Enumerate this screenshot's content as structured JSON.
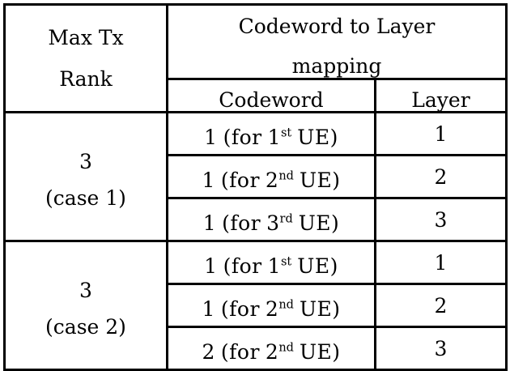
{
  "table": {
    "headers": {
      "rank": {
        "line1": "Max Tx",
        "line2": "Rank"
      },
      "mapping": {
        "line1": "Codeword to Layer",
        "line2": "mapping"
      },
      "codeword": "Codeword",
      "layer": "Layer"
    },
    "groups": [
      {
        "rank_value": "3",
        "case_label": "(case 1)",
        "rows": [
          {
            "codeword_num": "1",
            "for_text": "(for",
            "ordinal_num": "1",
            "ordinal_suffix": "st",
            "ue_text": "UE)",
            "layer": "1"
          },
          {
            "codeword_num": "1",
            "for_text": "(for",
            "ordinal_num": "2",
            "ordinal_suffix": "nd",
            "ue_text": "UE)",
            "layer": "2"
          },
          {
            "codeword_num": "1",
            "for_text": "(for",
            "ordinal_num": "3",
            "ordinal_suffix": "rd",
            "ue_text": "UE)",
            "layer": "3"
          }
        ]
      },
      {
        "rank_value": "3",
        "case_label": "(case 2)",
        "rows": [
          {
            "codeword_num": "1",
            "for_text": "(for",
            "ordinal_num": "1",
            "ordinal_suffix": "st",
            "ue_text": "UE)",
            "layer": "1"
          },
          {
            "codeword_num": "1",
            "for_text": "(for",
            "ordinal_num": "2",
            "ordinal_suffix": "nd",
            "ue_text": "UE)",
            "layer": "2"
          },
          {
            "codeword_num": "2",
            "for_text": "(for",
            "ordinal_num": "2",
            "ordinal_suffix": "nd",
            "ue_text": "UE)",
            "layer": "3"
          }
        ]
      }
    ]
  },
  "colors": {
    "border": "#000000",
    "text": "#000000",
    "background": "#ffffff"
  }
}
